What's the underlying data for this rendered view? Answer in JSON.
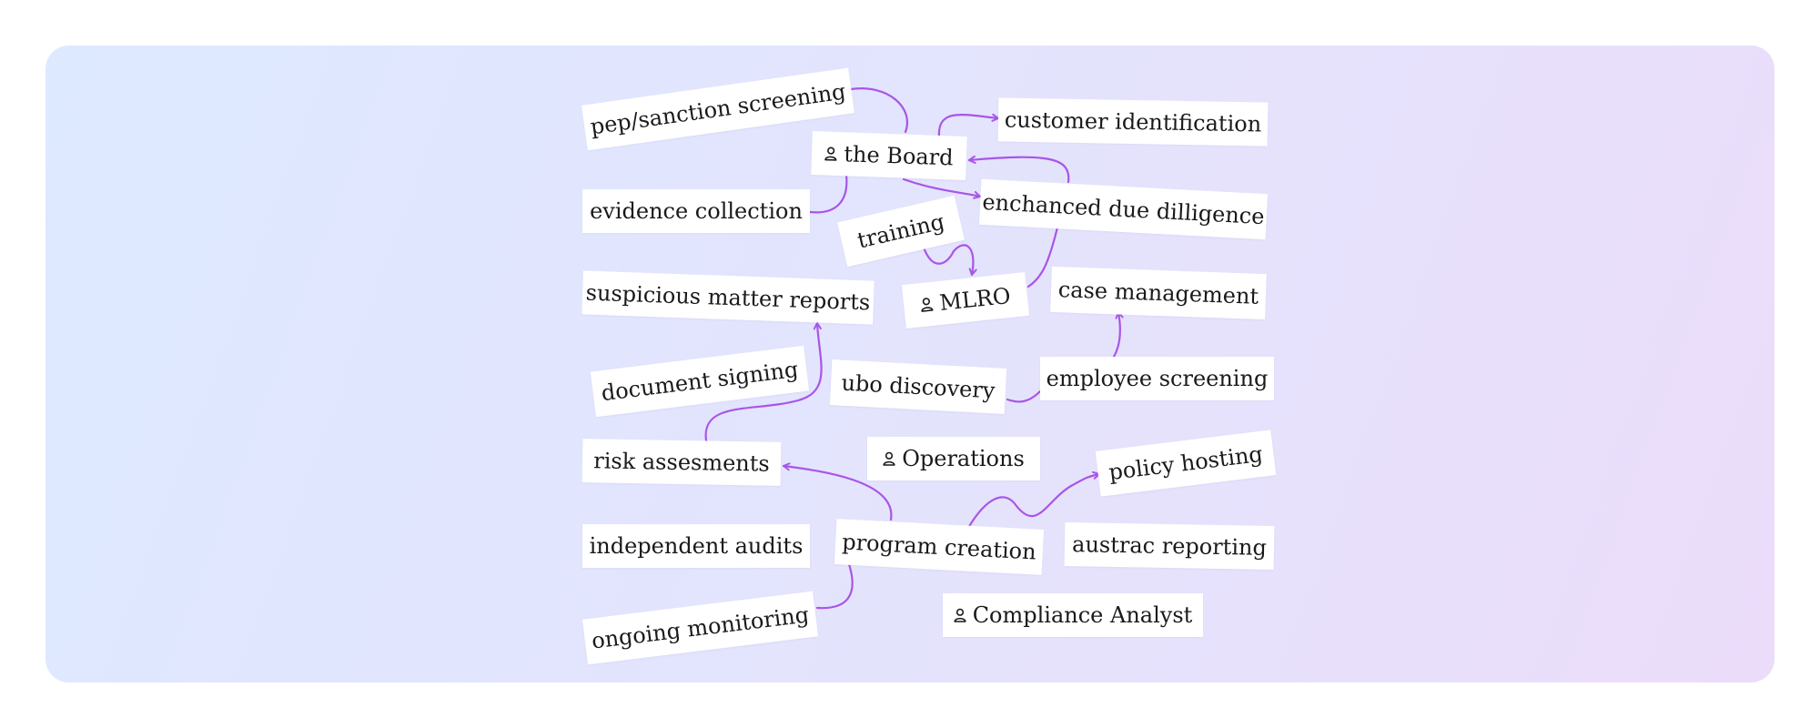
{
  "nodes": {
    "pep_sanction": "pep/sanction screening",
    "the_board": "the Board",
    "customer_identification": "customer identification",
    "evidence_collection": "evidence collection",
    "enhanced_due_diligence": "enchanced due dilligence",
    "training": "training",
    "suspicious_matter_reports": "suspicious matter reports",
    "mlro": "MLRO",
    "case_management": "case management",
    "document_signing": "document signing",
    "ubo_discovery": "ubo discovery",
    "employee_screening": "employee screening",
    "risk_assesments": "risk assesments",
    "operations": "Operations",
    "policy_hosting": "policy hosting",
    "independent_audits": "independent audits",
    "program_creation": "program creation",
    "austrac_reporting": "austrac reporting",
    "ongoing_monitoring": "ongoing monitoring",
    "compliance_analyst": "Compliance Analyst"
  },
  "icons": {
    "role": "person-icon"
  },
  "colors": {
    "connector": "#a855e8",
    "tag_background": "#ffffff",
    "panel_start": "#dde9ff",
    "panel_end": "#ebdcfa"
  }
}
